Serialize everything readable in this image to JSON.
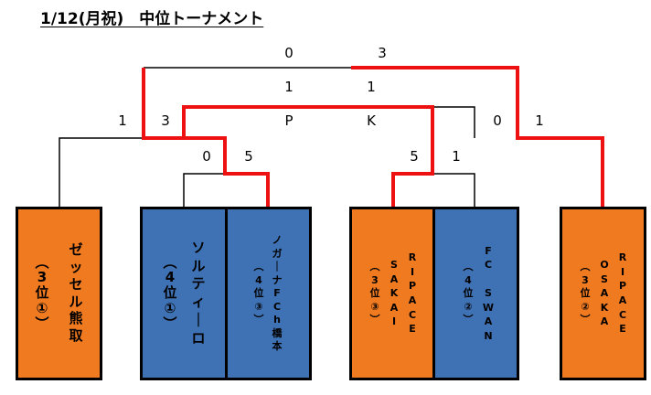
{
  "title": "1/12(月祝)　中位トーナメント",
  "scores": {
    "final_left": "0",
    "final_right": "3",
    "sf_pk_left": "1",
    "sf_pk_right": "1",
    "sf_pk_p": "P",
    "sf_pk_k": "K",
    "sf1_left": "1",
    "sf1_right": "3",
    "sf2_left": "0",
    "sf2_right": "1",
    "qf1_left": "0",
    "qf1_right": "5",
    "qf2_left": "5",
    "qf2_right": "1"
  },
  "teams": [
    {
      "id": "zessel",
      "color": "orange",
      "name": "ゼッセル熊取",
      "note": "（3位①）"
    },
    {
      "id": "solti",
      "color": "blue",
      "name": "ソルティーロ",
      "note": "（4位①）"
    },
    {
      "id": "nogana",
      "color": "blue",
      "name": "ノガーナFCh橋本",
      "note": "（4位③）"
    },
    {
      "id": "ripace-sakai",
      "color": "orange",
      "name_line1": "RIPACE",
      "name_line2": "SAKAI",
      "note": "（3位③）"
    },
    {
      "id": "fc-swan",
      "color": "blue",
      "name": "FC SWAN",
      "note": "（4位②）"
    },
    {
      "id": "ripace-osaka",
      "color": "orange",
      "name_line1": "RIPACE",
      "name_line2": "OSAKA",
      "note": "（3位②）"
    }
  ],
  "colors": {
    "winner_line": "#ee1111",
    "bracket_line": "#000000",
    "orange": "#f07a20",
    "blue": "#3f72b4"
  }
}
